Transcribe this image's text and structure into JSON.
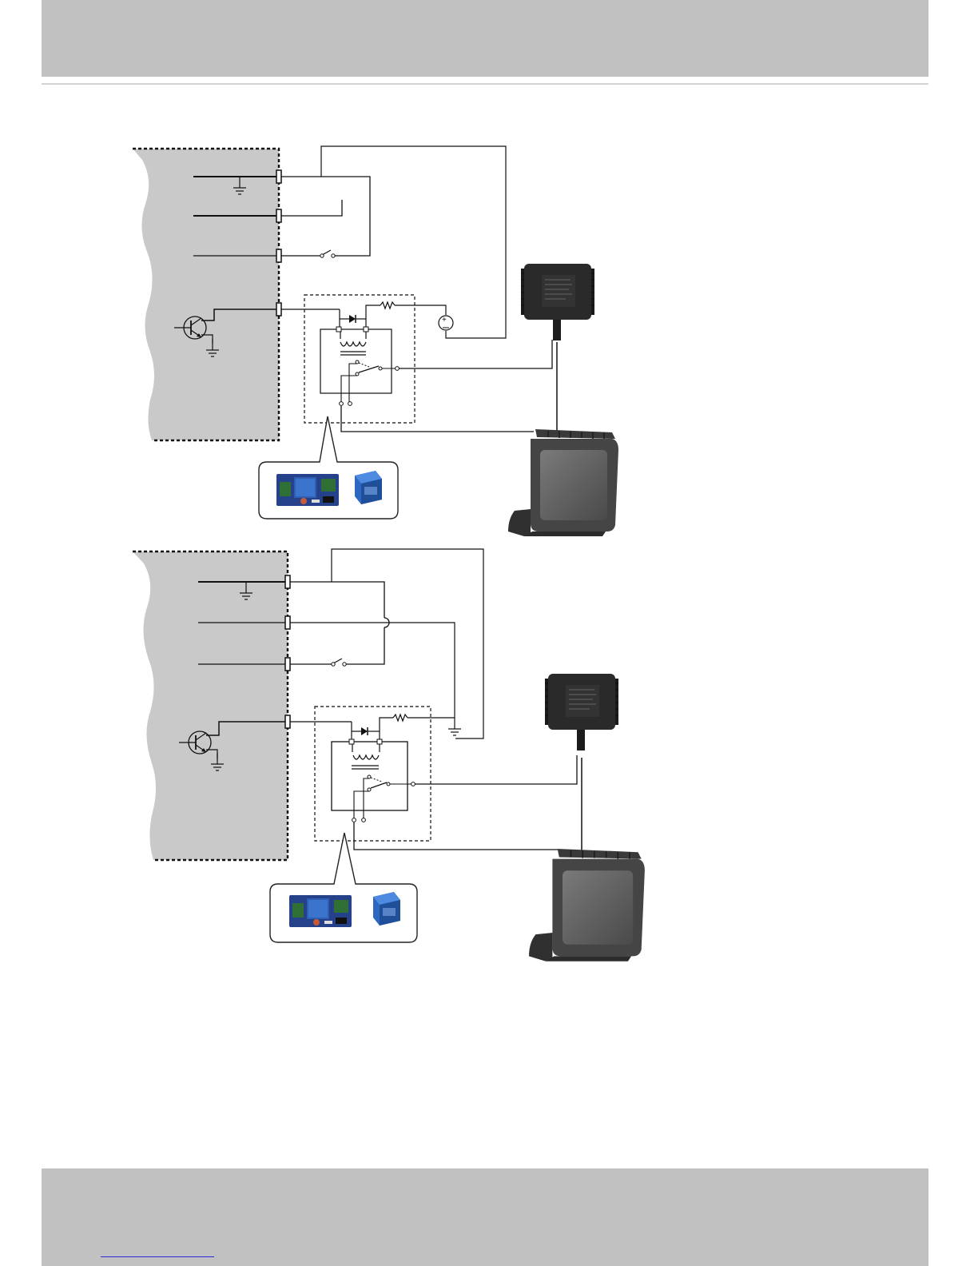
{
  "page": {
    "header_bg": "#c1c1c1",
    "footer_bg": "#c1c1c1",
    "rule_color": "#d4d4d4",
    "link_color": "#2a2ad8"
  },
  "diagrams": [
    {
      "name": "relay-wiring-diagram-1",
      "components": [
        "camera-io-panel",
        "ground-symbol",
        "io-terminal",
        "push-switch",
        "npn-transistor",
        "relay-module",
        "flyback-diode",
        "resistor",
        "dc-source",
        "relay-coil",
        "relay-contacts",
        "power-adapter",
        "ir-illuminator",
        "relay-board-photo",
        "relay-part-photo"
      ]
    },
    {
      "name": "relay-wiring-diagram-2",
      "components": [
        "camera-io-panel",
        "ground-symbol",
        "io-terminal",
        "push-switch",
        "npn-transistor",
        "relay-module",
        "flyback-diode",
        "resistor",
        "relay-coil",
        "relay-contacts",
        "power-adapter",
        "ir-illuminator",
        "relay-board-photo",
        "relay-part-photo"
      ]
    }
  ]
}
